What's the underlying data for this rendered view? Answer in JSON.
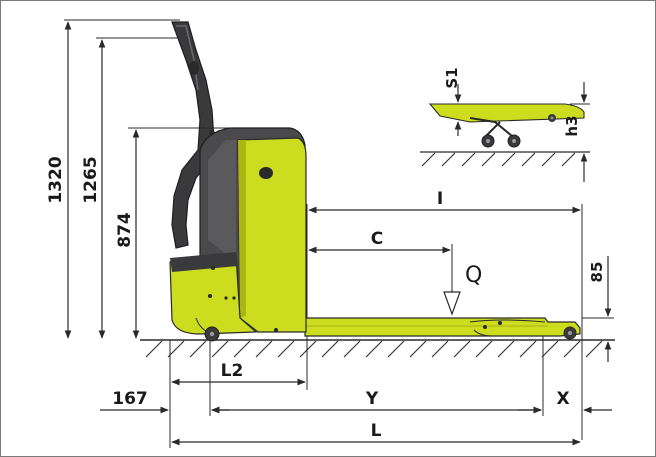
{
  "colors": {
    "body": "#ccdc1e",
    "body_shadow": "#a9b614",
    "dark": "#3a3a3c",
    "mid": "#5a5a5c",
    "line": "#2a2a2a"
  },
  "labels": {
    "h_1320": "1320",
    "h_1265": "1265",
    "h_874": "874",
    "s1": "S1",
    "h3": "h3",
    "i": "I",
    "c": "C",
    "q": "Q",
    "h_85": "85",
    "l2": "L2",
    "d_167": "167",
    "y": "Y",
    "x": "X",
    "l": "L"
  }
}
